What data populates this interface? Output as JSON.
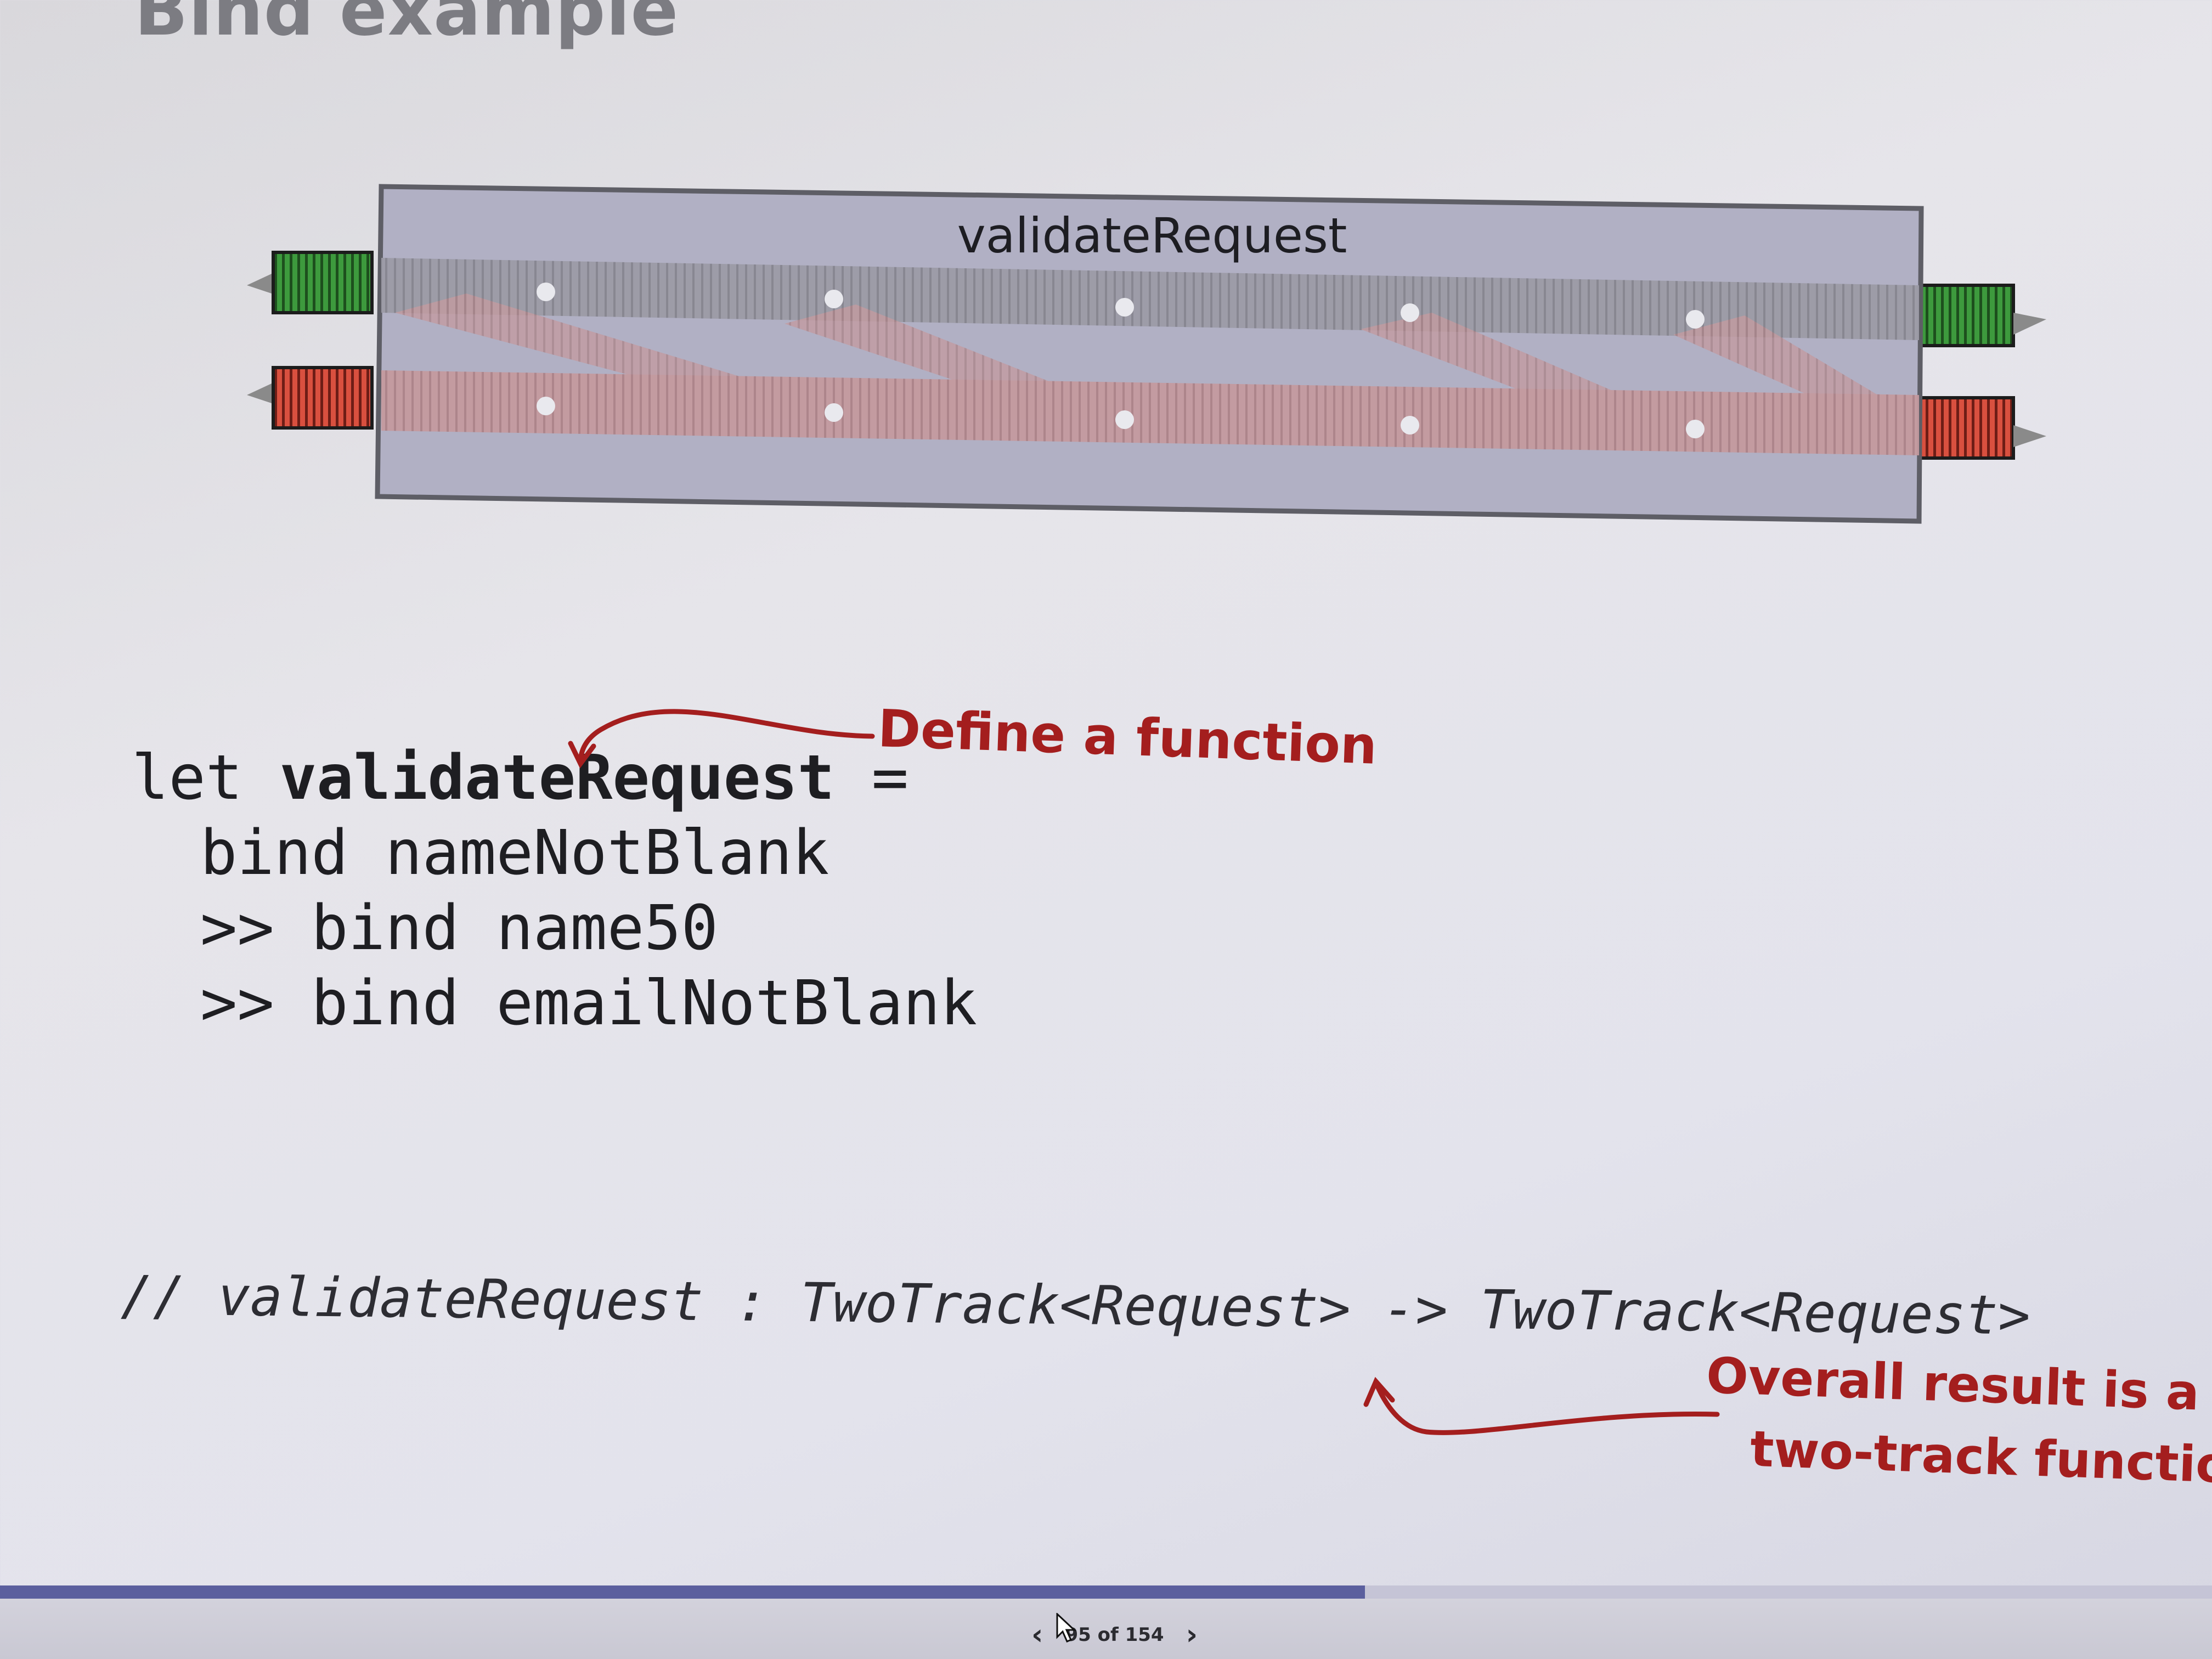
{
  "slide": {
    "title": "Bind example",
    "diagram": {
      "function_label": "validateRequest",
      "colors": {
        "success_track": "#2f8a2f",
        "failure_track": "#c83c33",
        "box_fill": "#b1b0c4",
        "box_border": "#5e5e66"
      }
    },
    "code": {
      "line1_keyword": "let ",
      "line1_name": "validateRequest",
      "line1_rest": " =",
      "line2": "bind nameNotBlank",
      "line3": ">> bind name50",
      "line4": ">> bind emailNotBlank"
    },
    "signature_comment": "// validateRequest : TwoTrack<Request> -> TwoTrack<Request>",
    "annotations": {
      "define": "Define a function",
      "overall_line1": "Overall result is a new",
      "overall_line2": "two-track function",
      "color": "#a41e1e"
    }
  },
  "footer": {
    "prev_label": "‹",
    "next_label": "›",
    "page_indicator": "95 of 154",
    "progress_fraction": 0.617
  }
}
